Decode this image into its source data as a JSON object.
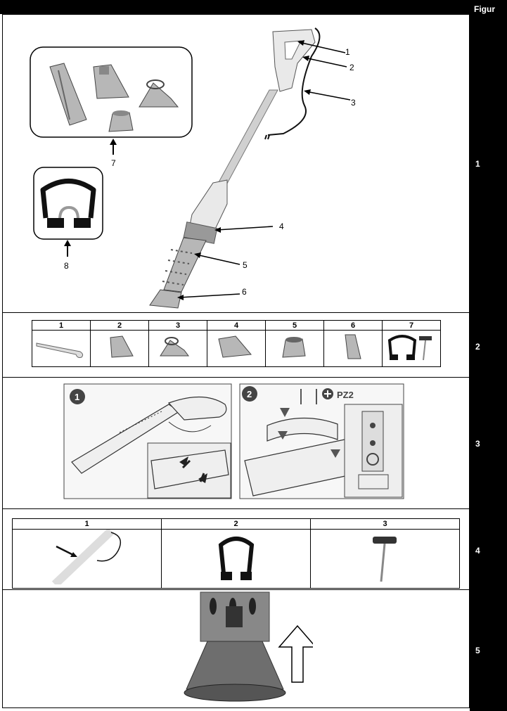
{
  "header": {
    "figure_label": "Figur"
  },
  "figure_numbers": [
    "1",
    "2",
    "3",
    "4",
    "5"
  ],
  "fig1": {
    "callouts": [
      "1",
      "2",
      "3",
      "4",
      "5",
      "6",
      "7",
      "8"
    ]
  },
  "fig2": {
    "columns": [
      "1",
      "2",
      "3",
      "4",
      "5",
      "6",
      "7"
    ]
  },
  "fig3": {
    "step_labels": [
      "1",
      "2"
    ],
    "screwdriver_label": "PZ2"
  },
  "fig4": {
    "columns": [
      "1",
      "2",
      "3"
    ]
  },
  "icons": {
    "arrow": "arrow-icon",
    "plus": "plus-circle-icon",
    "up_arrow": "outline-up-arrow-icon"
  }
}
